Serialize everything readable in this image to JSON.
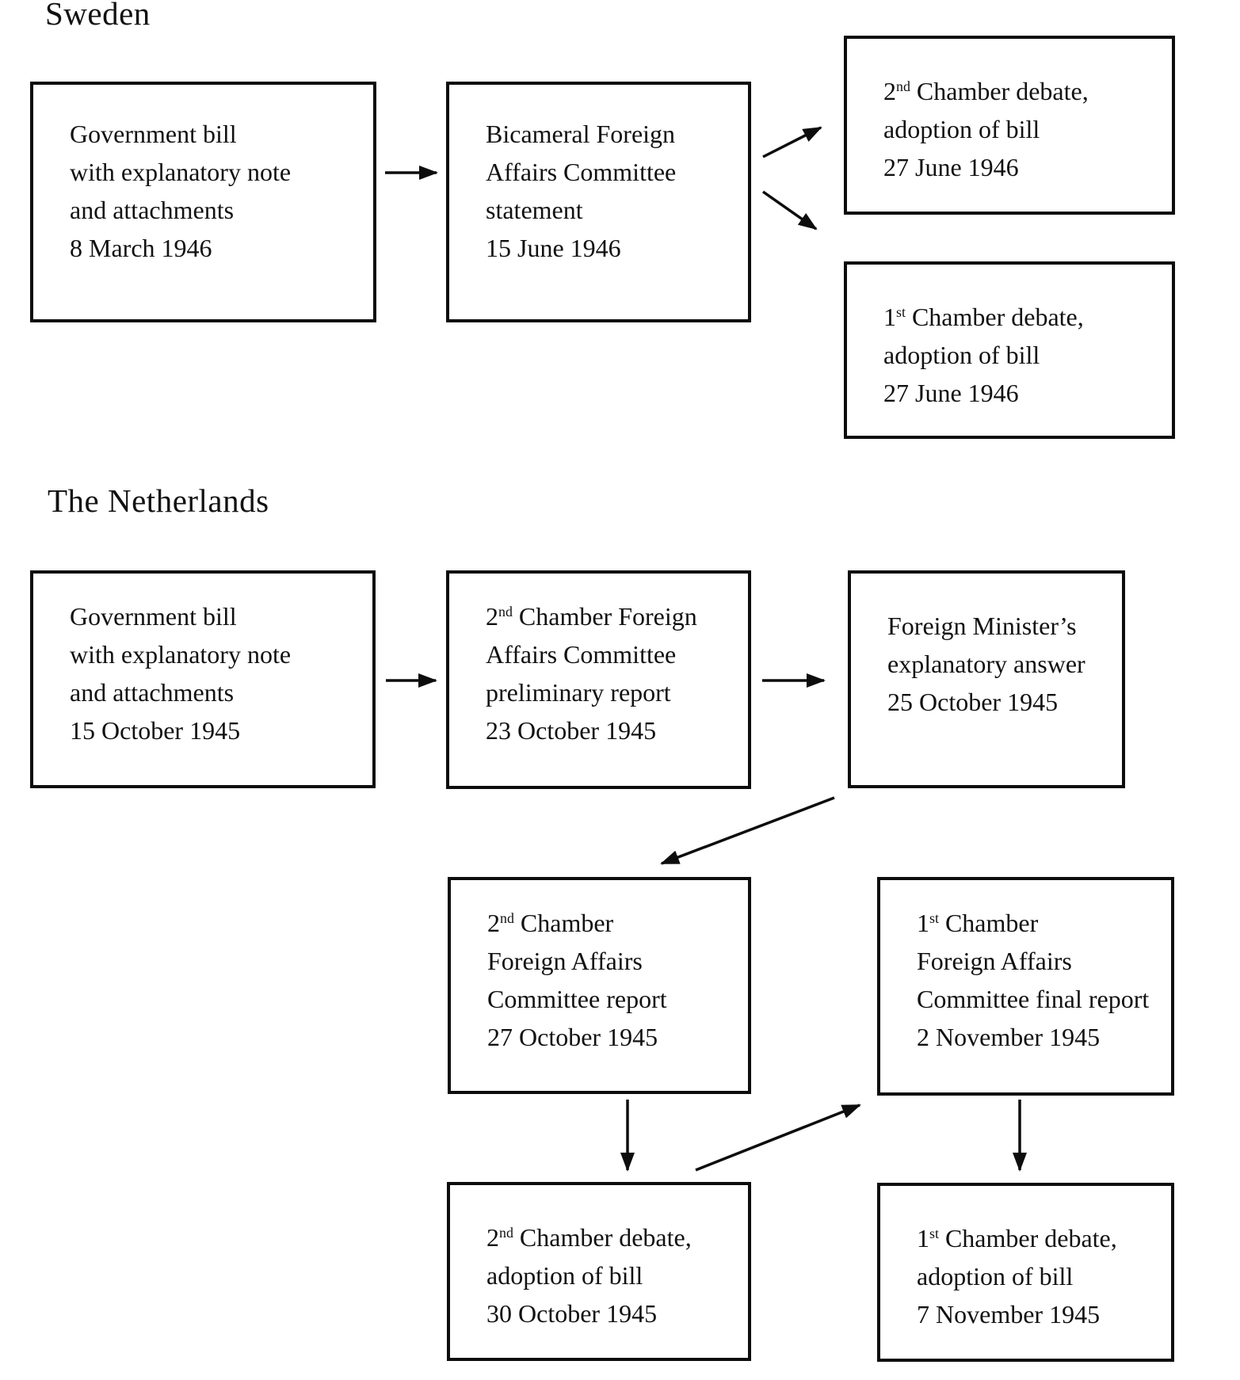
{
  "page": {
    "background_color": "#ffffff",
    "line_color": "#0d0d0d"
  },
  "sections": [
    {
      "id": "sweden",
      "title": "Sweden",
      "boxes": [
        {
          "id": "se-government-bill",
          "lines": [
            "Government bill",
            "with explanatory note",
            "and attachments",
            "8 March 1946"
          ]
        },
        {
          "id": "se-committee-statement",
          "lines": [
            "Bicameral Foreign",
            "Affairs Committee",
            "statement",
            "15 June 1946"
          ]
        },
        {
          "id": "se-2nd-chamber-debate",
          "lines": [
            "2^{nd} Chamber debate,",
            "adoption of bill",
            "27 June 1946"
          ]
        },
        {
          "id": "se-1st-chamber-debate",
          "lines": [
            "1^{st} Chamber debate,",
            "adoption of bill",
            "27 June 1946"
          ]
        }
      ]
    },
    {
      "id": "netherlands",
      "title": "The Netherlands",
      "boxes": [
        {
          "id": "nl-government-bill",
          "lines": [
            "Government bill",
            "with explanatory note",
            "and attachments",
            "15 October 1945"
          ]
        },
        {
          "id": "nl-preliminary-report",
          "lines": [
            "2^{nd} Chamber Foreign",
            "Affairs Committee",
            "preliminary report",
            "23 October 1945"
          ]
        },
        {
          "id": "nl-minister-answer",
          "lines": [
            "Foreign Minister’s",
            "explanatory answer",
            "25 October 1945"
          ]
        },
        {
          "id": "nl-committee-report",
          "lines": [
            "2^{nd} Chamber",
            "Foreign Affairs",
            "Committee report",
            "27 October 1945"
          ]
        },
        {
          "id": "nl-final-report",
          "lines": [
            "1^{st} Chamber",
            "Foreign Affairs",
            "Committee final report",
            "2 November 1945"
          ]
        },
        {
          "id": "nl-2nd-chamber-debate",
          "lines": [
            "2^{nd} Chamber debate,",
            "adoption of bill",
            "30 October 1945"
          ]
        },
        {
          "id": "nl-1st-chamber-debate",
          "lines": [
            "1^{st} Chamber debate,",
            "adoption of bill",
            "7 November 1945"
          ]
        }
      ]
    }
  ]
}
